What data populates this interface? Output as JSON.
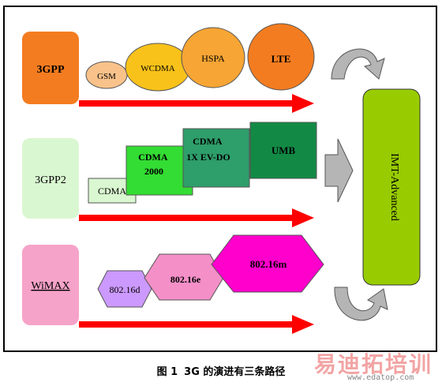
{
  "diagram": {
    "tracks": [
      {
        "label": "3GPP",
        "label_color": "#f47c20",
        "label_text_color": "#000000",
        "nodes": [
          "GSM",
          "WCDMA",
          "HSPA",
          "LTE"
        ]
      },
      {
        "label": "3GPP2",
        "label_color": "#d9f7d0",
        "label_text_color": "#000000",
        "nodes": [
          "CDMA",
          "CDMA\n2000",
          "CDMA\n1X EV-DO",
          "UMB"
        ]
      },
      {
        "label": "WiMAX",
        "label_color": "#f6a3c9",
        "label_text_color": "#000000",
        "nodes": [
          "802.16d",
          "802.16e",
          "802.16m"
        ]
      }
    ],
    "target": {
      "label": "IMT-Advanced",
      "color": "#99cc00"
    },
    "colors": {
      "arrow": "#ff0000",
      "gsm": "#f9c28a",
      "wcdma": "#f9c21a",
      "hspa": "#f7a534",
      "lte": "#f47c20",
      "cdma": "#d9f7d0",
      "cdma2000": "#33dd33",
      "evdo": "#2e9e6a",
      "umb": "#128a45",
      "w16d": "#cc99ff",
      "w16e": "#f48fc8",
      "w16m": "#ff00cc",
      "grey_arrow": "#b5b5b5"
    }
  },
  "caption": {
    "figure": "图 1",
    "text": "3G 的演进有三条路径"
  },
  "watermark": {
    "logo": "易迪拓培训",
    "url": "www.edatop.com"
  }
}
